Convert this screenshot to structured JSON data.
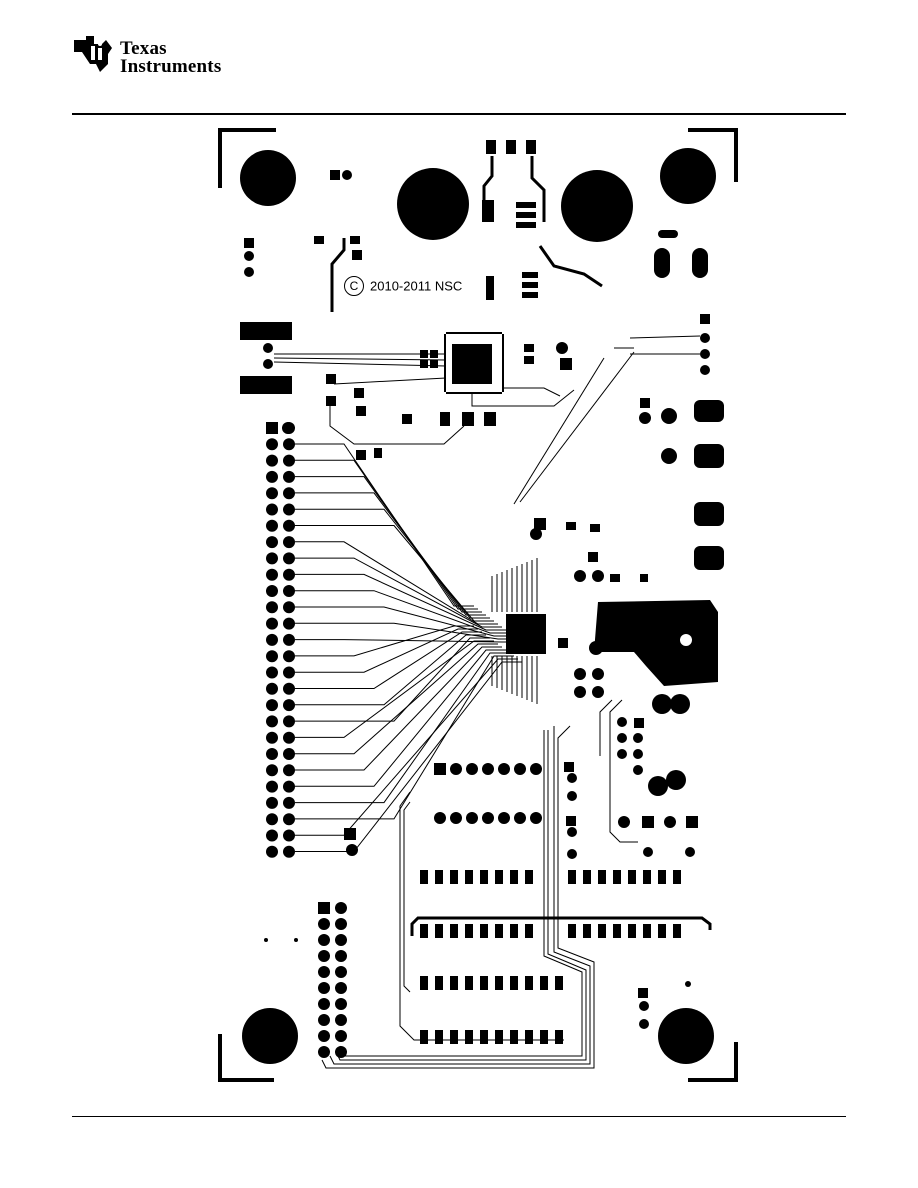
{
  "header": {
    "logo_line1": "Texas",
    "logo_line2": "Instruments",
    "logo_icon": "ti-state-logo-icon"
  },
  "pcb": {
    "copyright_symbol": "C",
    "copyright_text": "2010-2011 NSC"
  },
  "colors": {
    "ink": "#000000",
    "paper": "#ffffff"
  }
}
